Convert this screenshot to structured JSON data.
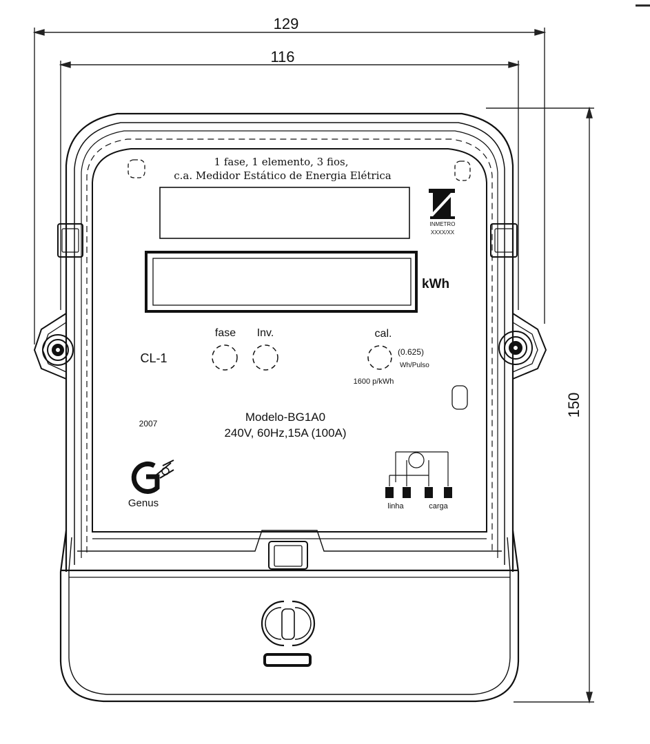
{
  "dimensions": {
    "outer_width": "129",
    "inner_width": "116",
    "height": "150"
  },
  "faceplate": {
    "line1": "1 fase, 1 elemento, 3 fios,",
    "line2": "c.a. Medidor Estático de Energia Elétrica",
    "unit": "kWh",
    "inmetro_label": "INMETRO",
    "inmetro_code": "XXXX/XX",
    "accuracy_class": "CL-1",
    "led_fase": "fase",
    "led_inv": "Inv.",
    "led_cal": "cal.",
    "cal_value": "(0.625)",
    "cal_unit": "Wh/Pulso",
    "pulse_rate": "1600 p/kWh",
    "year": "2007",
    "model": "Modelo-BG1A0",
    "rating": "240V, 60Hz,15A (100A)",
    "brand": "Genus",
    "wiring_linha": "linha",
    "wiring_carga": "carga"
  }
}
